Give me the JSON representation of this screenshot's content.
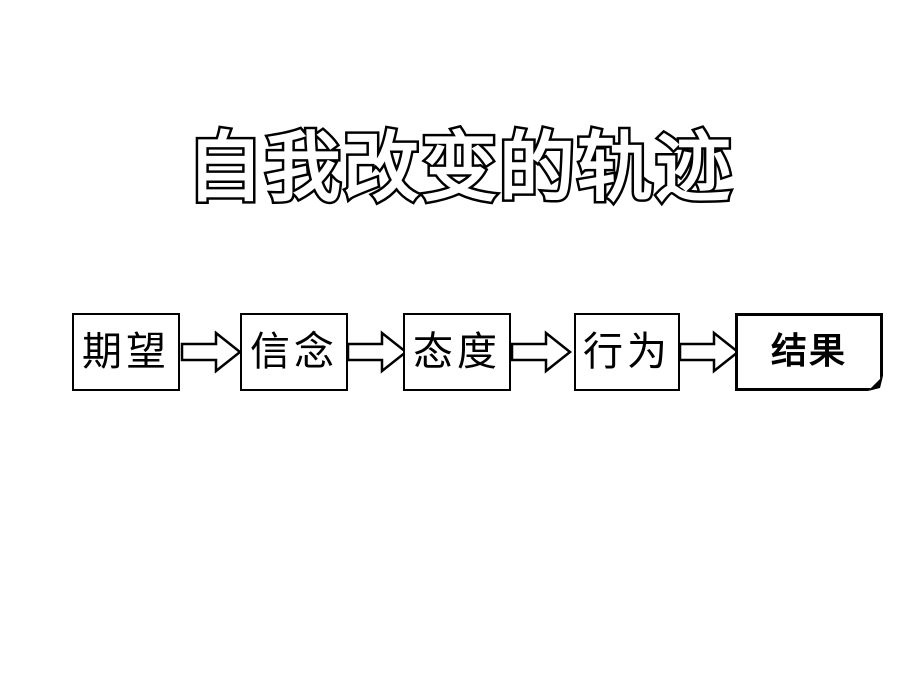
{
  "title": "自我改变的轨迹",
  "flow": {
    "steps": [
      {
        "label": "期望"
      },
      {
        "label": "信念"
      },
      {
        "label": "态度"
      },
      {
        "label": "行为"
      },
      {
        "label": "结果"
      }
    ]
  },
  "colors": {
    "stroke": "#000000",
    "background": "#ffffff"
  }
}
